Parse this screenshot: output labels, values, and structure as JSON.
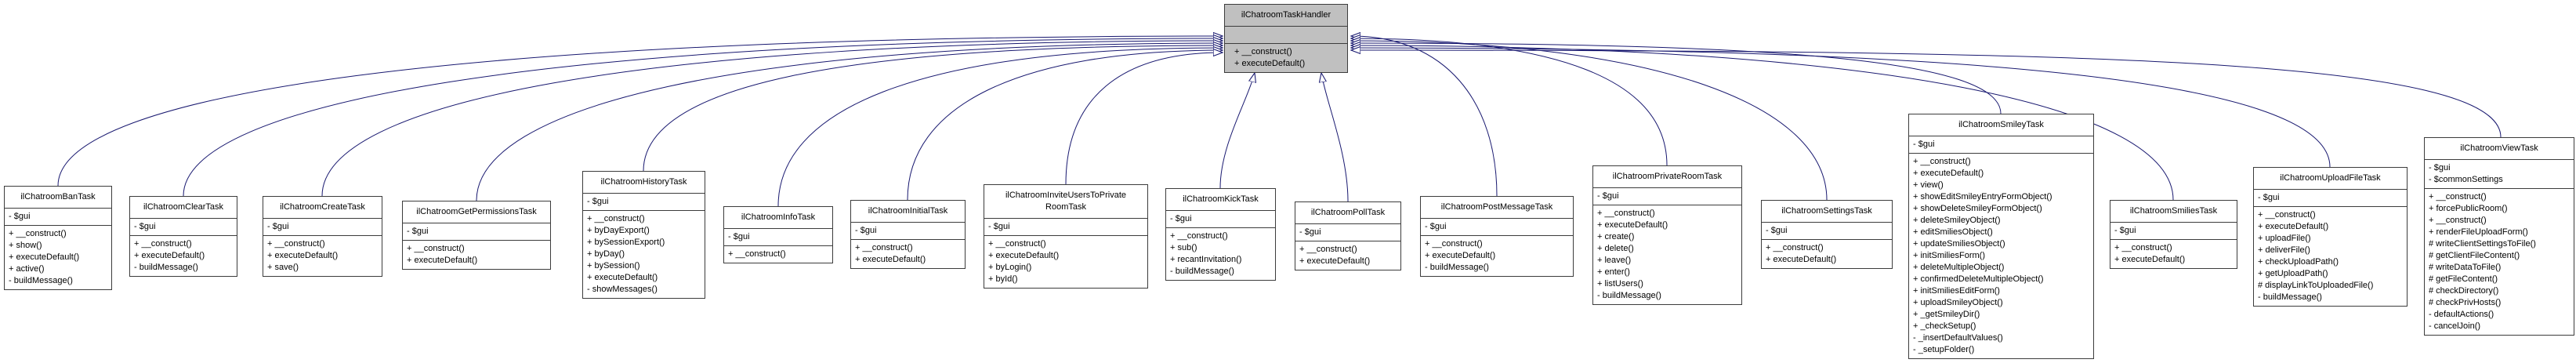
{
  "colors": {
    "arrow": "#191970",
    "base_class_fill": "#c0c0c0",
    "class_fill": "#ffffff",
    "border": "#3c3c3c",
    "text": "#000000"
  },
  "base_class": {
    "name": "ilChatroomTaskHandler",
    "attributes": [],
    "methods": [
      "+ __construct()",
      "+ executeDefault()"
    ]
  },
  "classes": [
    {
      "name": "ilChatroomBanTask",
      "attributes": [
        "- $gui"
      ],
      "methods": [
        "+ __construct()",
        "+ show()",
        "+ executeDefault()",
        "+ active()",
        "- buildMessage()"
      ]
    },
    {
      "name": "ilChatroomClearTask",
      "attributes": [
        "- $gui"
      ],
      "methods": [
        "+ __construct()",
        "+ executeDefault()",
        "- buildMessage()"
      ]
    },
    {
      "name": "ilChatroomCreateTask",
      "attributes": [
        "- $gui"
      ],
      "methods": [
        "+ __construct()",
        "+ executeDefault()",
        "+ save()"
      ]
    },
    {
      "name": "ilChatroomGetPermissionsTask",
      "attributes": [
        "- $gui"
      ],
      "methods": [
        "+ __construct()",
        "+ executeDefault()"
      ]
    },
    {
      "name": "ilChatroomHistoryTask",
      "attributes": [
        "- $gui"
      ],
      "methods": [
        "+ __construct()",
        "+ byDayExport()",
        "+ bySessionExport()",
        "+ byDay()",
        "+ bySession()",
        "+ executeDefault()",
        "- showMessages()"
      ]
    },
    {
      "name": "ilChatroomInfoTask",
      "attributes": [
        "- $gui"
      ],
      "methods": [
        "+ __construct()"
      ]
    },
    {
      "name": "ilChatroomInitialTask",
      "attributes": [
        "- $gui"
      ],
      "methods": [
        "+ __construct()",
        "+ executeDefault()"
      ]
    },
    {
      "name": "ilChatroomInviteUsersToPrivate\nRoomTask",
      "attributes": [
        "- $gui"
      ],
      "methods": [
        "+ __construct()",
        "+ executeDefault()",
        "+ byLogin()",
        "+ byId()"
      ]
    },
    {
      "name": "ilChatroomKickTask",
      "attributes": [
        "- $gui"
      ],
      "methods": [
        "+ __construct()",
        "+ sub()",
        "+ recantInvitation()",
        "- buildMessage()"
      ]
    },
    {
      "name": "ilChatroomPollTask",
      "attributes": [
        "- $gui"
      ],
      "methods": [
        "+ __construct()",
        "+ executeDefault()"
      ]
    },
    {
      "name": "ilChatroomPostMessageTask",
      "attributes": [
        "- $gui"
      ],
      "methods": [
        "+ __construct()",
        "+ executeDefault()",
        "- buildMessage()"
      ]
    },
    {
      "name": "ilChatroomPrivateRoomTask",
      "attributes": [
        "- $gui"
      ],
      "methods": [
        "+ __construct()",
        "+ executeDefault()",
        "+ create()",
        "+ delete()",
        "+ leave()",
        "+ enter()",
        "+ listUsers()",
        "- buildMessage()"
      ]
    },
    {
      "name": "ilChatroomSettingsTask",
      "attributes": [
        "- $gui"
      ],
      "methods": [
        "+ __construct()",
        "+ executeDefault()"
      ]
    },
    {
      "name": "ilChatroomSmileyTask",
      "attributes": [
        "- $gui"
      ],
      "methods": [
        "+ __construct()",
        "+ executeDefault()",
        "+ view()",
        "+ showEditSmileyEntryFormObject()",
        "+ showDeleteSmileyFormObject()",
        "+ deleteSmileyObject()",
        "+ editSmiliesObject()",
        "+ updateSmiliesObject()",
        "+ initSmiliesForm()",
        "+ deleteMultipleObject()",
        "+ confirmedDeleteMultipleObject()",
        "+ initSmiliesEditForm()",
        "+ uploadSmileyObject()",
        "+ _getSmileyDir()",
        "+ _checkSetup()",
        "- _insertDefaultValues()",
        "- _setupFolder()"
      ]
    },
    {
      "name": "ilChatroomSmiliesTask",
      "attributes": [
        "- $gui"
      ],
      "methods": [
        "+ __construct()",
        "+ executeDefault()"
      ]
    },
    {
      "name": "ilChatroomUploadFileTask",
      "attributes": [
        "- $gui"
      ],
      "methods": [
        "+ __construct()",
        "+ executeDefault()",
        "+ uploadFile()",
        "+ deliverFile()",
        "+ checkUploadPath()",
        "+ getUploadPath()",
        "# displayLinkToUploadedFile()",
        "- buildMessage()"
      ]
    },
    {
      "name": "ilChatroomViewTask",
      "attributes": [
        "- $gui",
        "- $commonSettings"
      ],
      "methods": [
        "+ __construct()",
        "+ forcePublicRoom()",
        "+ __construct()",
        "+ renderFileUploadForm()",
        "# writeClientSettingsToFile()",
        "# getClientFileContent()",
        "# writeDataToFile()",
        "# getFileContent()",
        "# checkDirectory()",
        "# checkPrivHosts()",
        "- defaultActions()",
        "- cancelJoin()"
      ]
    }
  ]
}
